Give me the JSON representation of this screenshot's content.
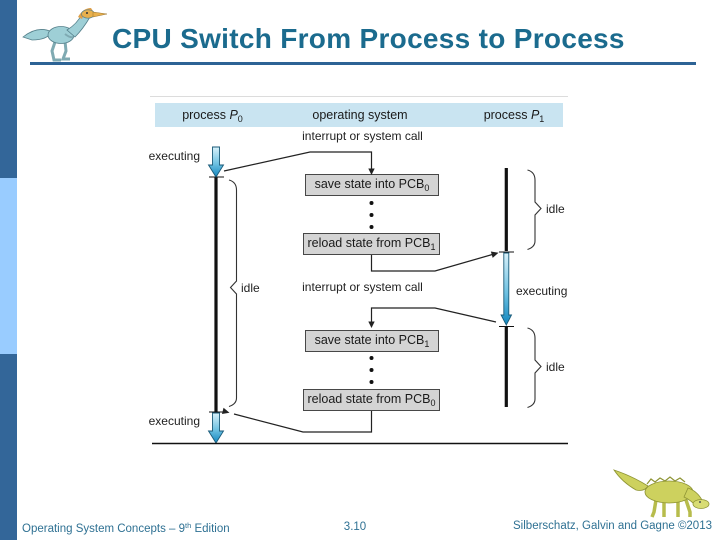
{
  "slide": {
    "title": "CPU Switch From Process to Process",
    "footer": {
      "book_prefix": "Operating System Concepts – 9",
      "book_sup": "th",
      "book_suffix": " Edition",
      "page_number": "3.10",
      "credit": "Silberschatz, Galvin and Gagne ©2013"
    }
  },
  "diagram": {
    "header": {
      "process0_prefix": "process ",
      "process0_var": "P",
      "process0_sub": "0",
      "os_label": "operating system",
      "process1_prefix": "process ",
      "process1_var": "P",
      "process1_sub": "1"
    },
    "labels": {
      "interrupt_top": "interrupt or system call",
      "interrupt_bottom": "interrupt or system call",
      "executing_p0_top": "executing",
      "executing_p0_bottom": "executing",
      "executing_p1": "executing",
      "idle_p0": "idle",
      "idle_p1_top": "idle",
      "idle_p1_bottom": "idle"
    },
    "boxes": [
      {
        "label": "save state into PCB",
        "sub": "0"
      },
      {
        "label": "reload state from PCB",
        "sub": "1"
      },
      {
        "label": "save state into PCB",
        "sub": "1"
      },
      {
        "label": "reload state from PCB",
        "sub": "0"
      }
    ]
  },
  "colors": {
    "sidebar_dark": "#336699",
    "sidebar_light": "#99CCFF",
    "title_text": "#1B6B8E",
    "title_underline": "#2D6395",
    "header_band": "#C9E4F1",
    "box_fill": "#D4D4D4",
    "box_border": "#474747",
    "footer_text": "#2F7193",
    "arrow_gradient_top": "#D8F1FA",
    "arrow_gradient_bottom": "#1286BE",
    "timeline": "#111111"
  }
}
